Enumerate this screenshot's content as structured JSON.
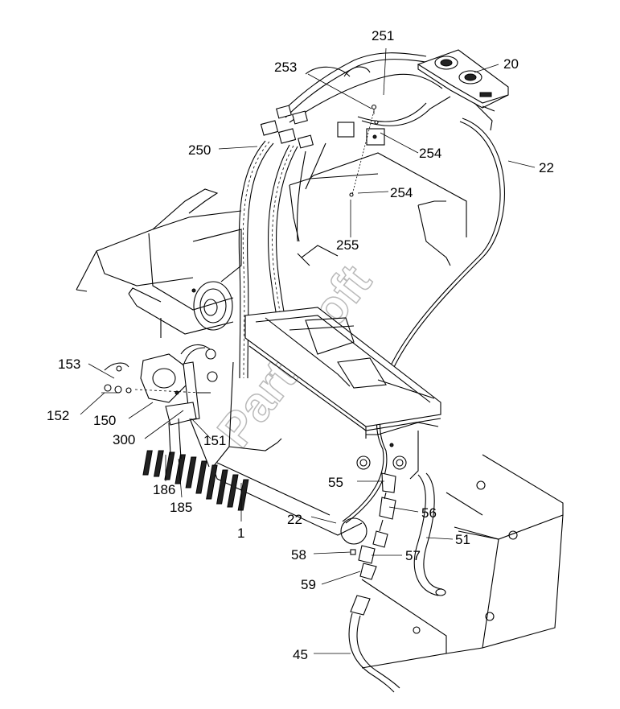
{
  "diagram": {
    "watermark": "PartsSoft",
    "callouts": [
      {
        "id": "c251",
        "text": "251"
      },
      {
        "id": "c253",
        "text": "253"
      },
      {
        "id": "c20",
        "text": "20"
      },
      {
        "id": "c250",
        "text": "250"
      },
      {
        "id": "c254a",
        "text": "254"
      },
      {
        "id": "c22a",
        "text": "22"
      },
      {
        "id": "c254b",
        "text": "254"
      },
      {
        "id": "c255",
        "text": "255"
      },
      {
        "id": "c153",
        "text": "153"
      },
      {
        "id": "c152",
        "text": "152"
      },
      {
        "id": "c150",
        "text": "150"
      },
      {
        "id": "c300",
        "text": "300"
      },
      {
        "id": "c151",
        "text": "151"
      },
      {
        "id": "c186",
        "text": "186"
      },
      {
        "id": "c185",
        "text": "185"
      },
      {
        "id": "c1",
        "text": "1"
      },
      {
        "id": "c22b",
        "text": "22"
      },
      {
        "id": "c55",
        "text": "55"
      },
      {
        "id": "c56",
        "text": "56"
      },
      {
        "id": "c51",
        "text": "51"
      },
      {
        "id": "c58",
        "text": "58"
      },
      {
        "id": "c57",
        "text": "57"
      },
      {
        "id": "c59",
        "text": "59"
      },
      {
        "id": "c45",
        "text": "45"
      }
    ]
  }
}
